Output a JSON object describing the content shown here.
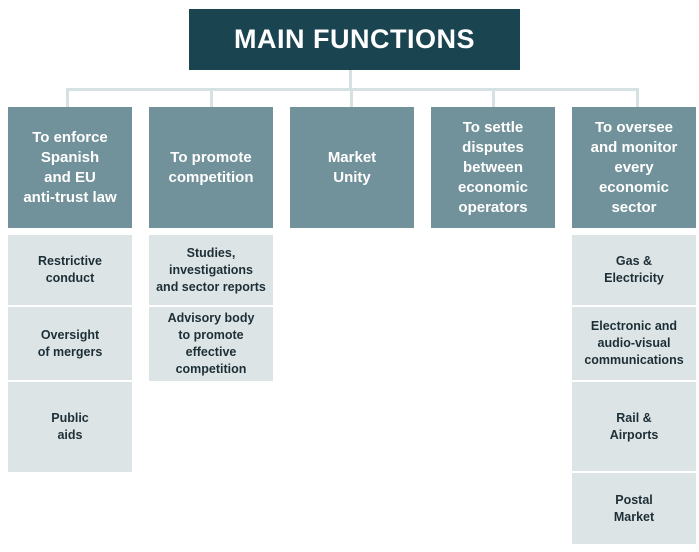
{
  "title": "MAIN FUNCTIONS",
  "columns": [
    {
      "header": "To enforce\nSpanish\nand EU\nanti-trust law",
      "items": [
        "Restrictive\nconduct",
        "Oversight\nof mergers",
        "Public\naids"
      ]
    },
    {
      "header": "To promote\ncompetition",
      "items": [
        "Studies,\ninvestigations\nand sector reports",
        "Advisory body\nto promote\neffective\ncompetition"
      ]
    },
    {
      "header": "Market\nUnity",
      "items": []
    },
    {
      "header": "To settle\ndisputes\nbetween\neconomic\noperators",
      "items": []
    },
    {
      "header": "To oversee\nand monitor\nevery\neconomic\nsector",
      "items": [
        "Gas &\nElectricity",
        "Electronic and\naudio-visual\ncommunications",
        "Rail &\nAirports",
        "Postal\nMarket"
      ]
    }
  ]
}
